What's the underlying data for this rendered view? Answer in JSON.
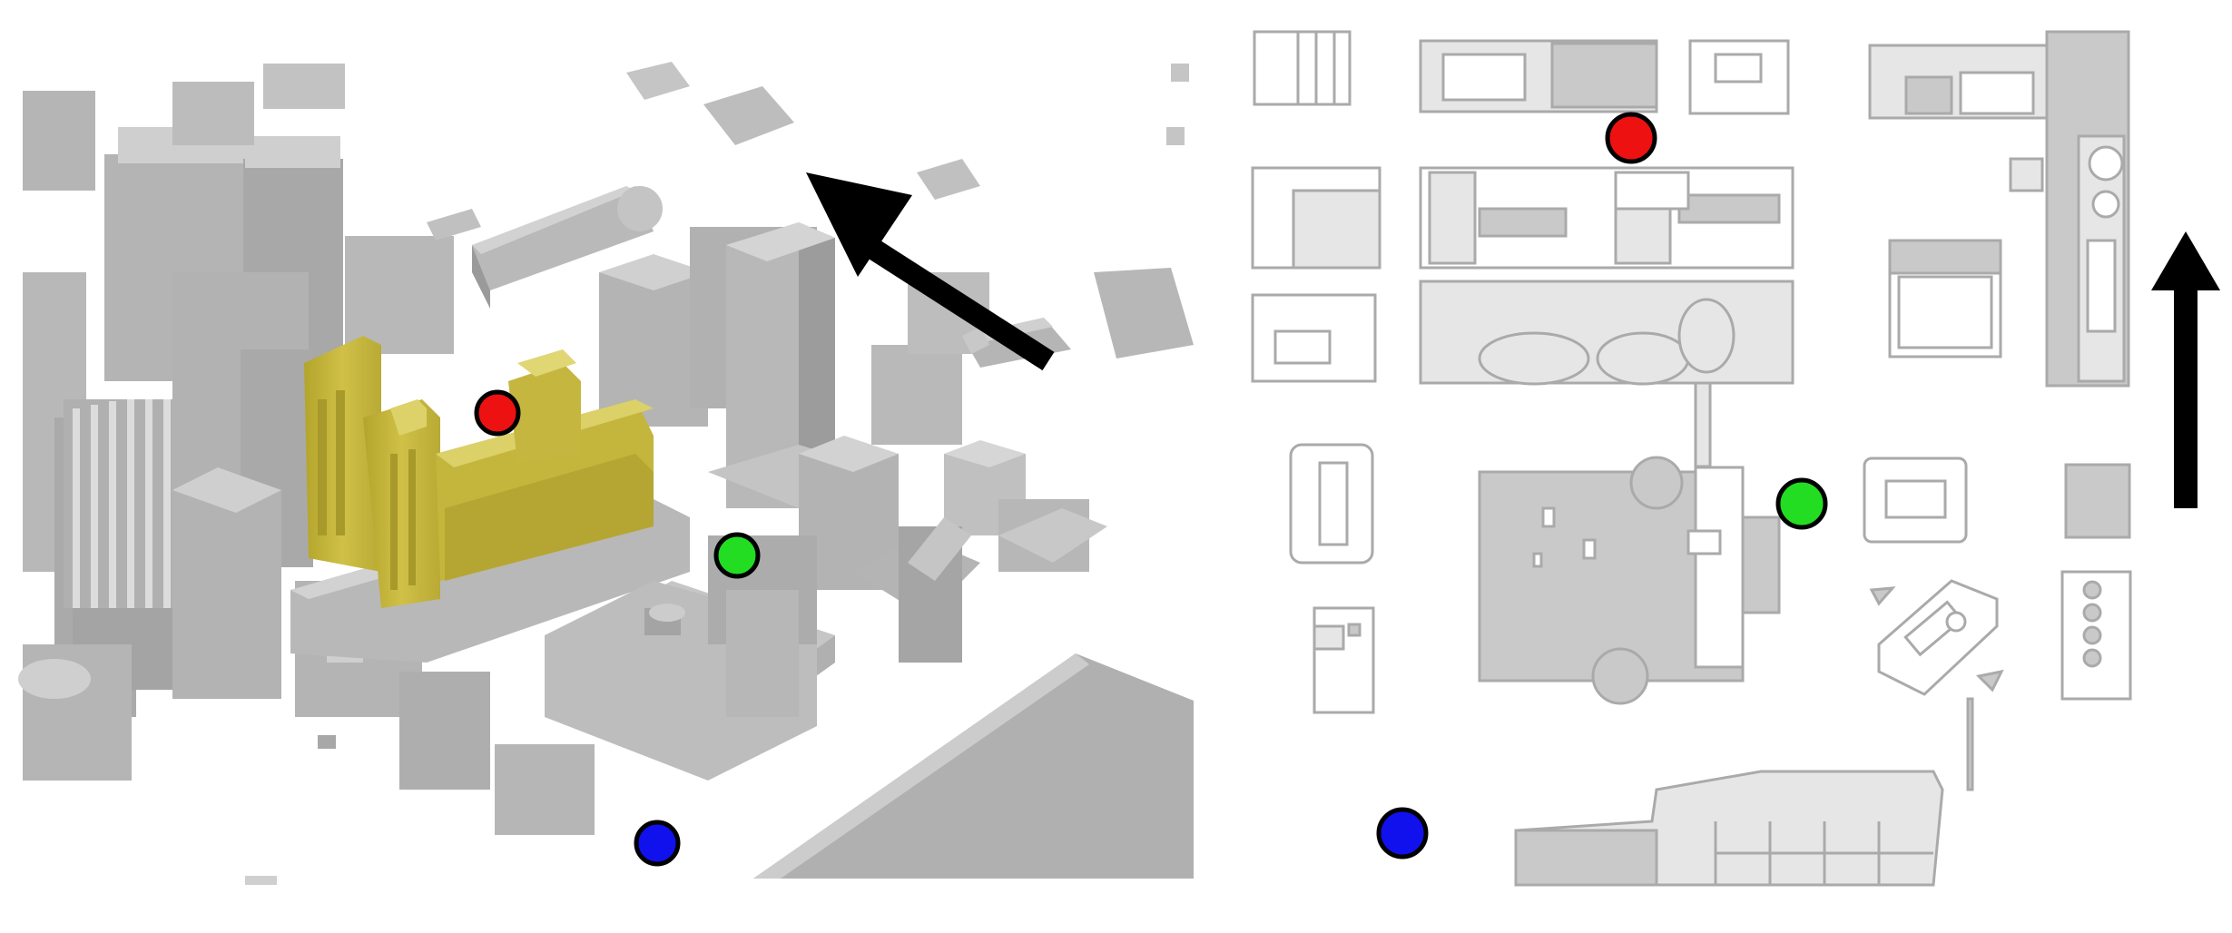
{
  "figure": {
    "panels": [
      {
        "name": "perspective-3d-view",
        "highlight_color": "#c8b83c"
      },
      {
        "name": "top-down-footprint-map"
      }
    ],
    "markers": [
      {
        "name": "red-marker",
        "color": "#ee1111"
      },
      {
        "name": "green-marker",
        "color": "#22dd22"
      },
      {
        "name": "blue-marker",
        "color": "#1111ee"
      }
    ],
    "arrows": [
      {
        "name": "heading-arrow-3d",
        "icon": "arrow-up-left-icon",
        "color": "#000000"
      },
      {
        "name": "north-arrow-map",
        "icon": "arrow-up-icon",
        "color": "#000000"
      }
    ],
    "colors": {
      "building_face": "#b4b4b4",
      "building_top": "#cfcfcf",
      "building_side": "#989898",
      "footprint_fill": "#c9c9c9",
      "footprint_light": "#e6e6e6",
      "footprint_stroke": "#aaaaaa"
    }
  }
}
